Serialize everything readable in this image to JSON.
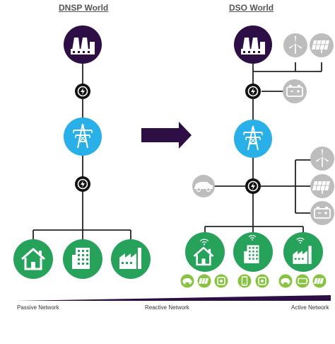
{
  "titles": {
    "left": "DNSP World",
    "right": "DSO World"
  },
  "scale": {
    "left": "Passive Network",
    "middle": "Reactive Network",
    "right": "Active Network"
  },
  "colors": {
    "power_plant": "#2d0f45",
    "substation": "#29b0e8",
    "customer": "#27a25b",
    "lightning_node": "#111111",
    "der_grey": "#bdbdbd",
    "device_green": "#86c440",
    "line": "#222222",
    "arrow": "#2d0f45",
    "wedge": "#2d0f45"
  },
  "icons": {
    "power_plant": "power-plant-icon",
    "substation": "transmission-tower-icon",
    "lightning_node": "lightning-icon",
    "house": "house-icon",
    "apartment": "apartment-building-icon",
    "factory": "factory-icon",
    "wind": "wind-turbine-icon",
    "solar": "solar-panel-icon",
    "battery": "battery-icon",
    "ev": "electric-car-icon"
  }
}
